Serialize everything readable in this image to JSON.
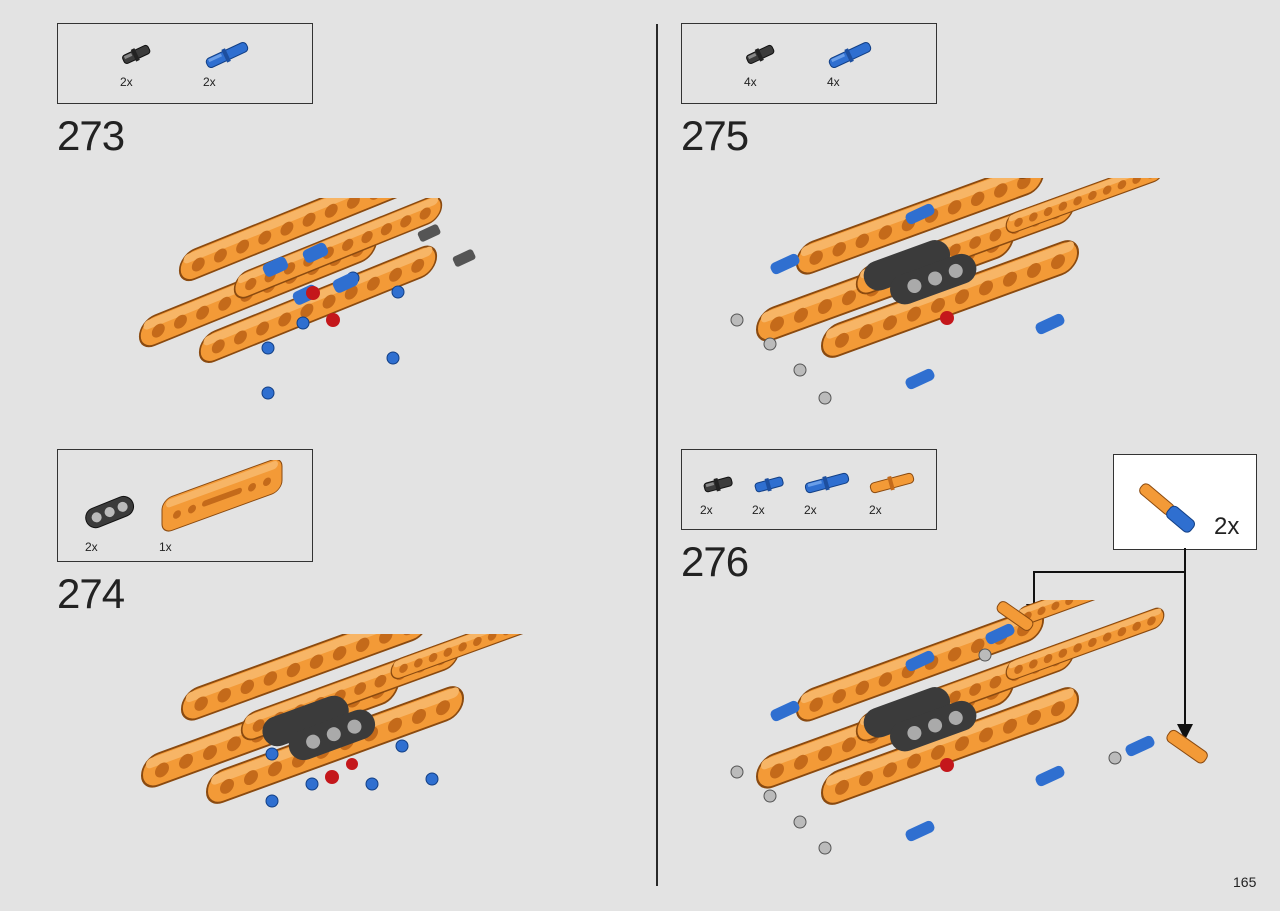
{
  "page": {
    "number": "165"
  },
  "steps": [
    {
      "number": "273",
      "parts": [
        {
          "icon": "black-pin-icon",
          "qty": "2x"
        },
        {
          "icon": "blue-axle-pin-icon",
          "qty": "2x"
        }
      ]
    },
    {
      "number": "274",
      "parts": [
        {
          "icon": "black-beam-icon",
          "qty": "2x"
        },
        {
          "icon": "orange-panel-icon",
          "qty": "1x"
        }
      ]
    },
    {
      "number": "275",
      "parts": [
        {
          "icon": "black-pin-icon",
          "qty": "4x"
        },
        {
          "icon": "blue-axle-pin-icon",
          "qty": "4x"
        }
      ]
    },
    {
      "number": "276",
      "parts": [
        {
          "icon": "black-pin-icon",
          "qty": "2x"
        },
        {
          "icon": "blue-pin-icon",
          "qty": "2x"
        },
        {
          "icon": "blue-axle-pin-icon",
          "qty": "2x"
        },
        {
          "icon": "orange-axle-pin-icon",
          "qty": "2x"
        }
      ]
    }
  ],
  "callout": {
    "icon": "orange-blue-pin-assembly-icon",
    "qty": "2x"
  },
  "colors": {
    "background": "#e3e3e3",
    "orange": "#f39a37",
    "blue": "#2f6fd0",
    "dark": "#3b3b3b",
    "red": "#c4171b"
  }
}
